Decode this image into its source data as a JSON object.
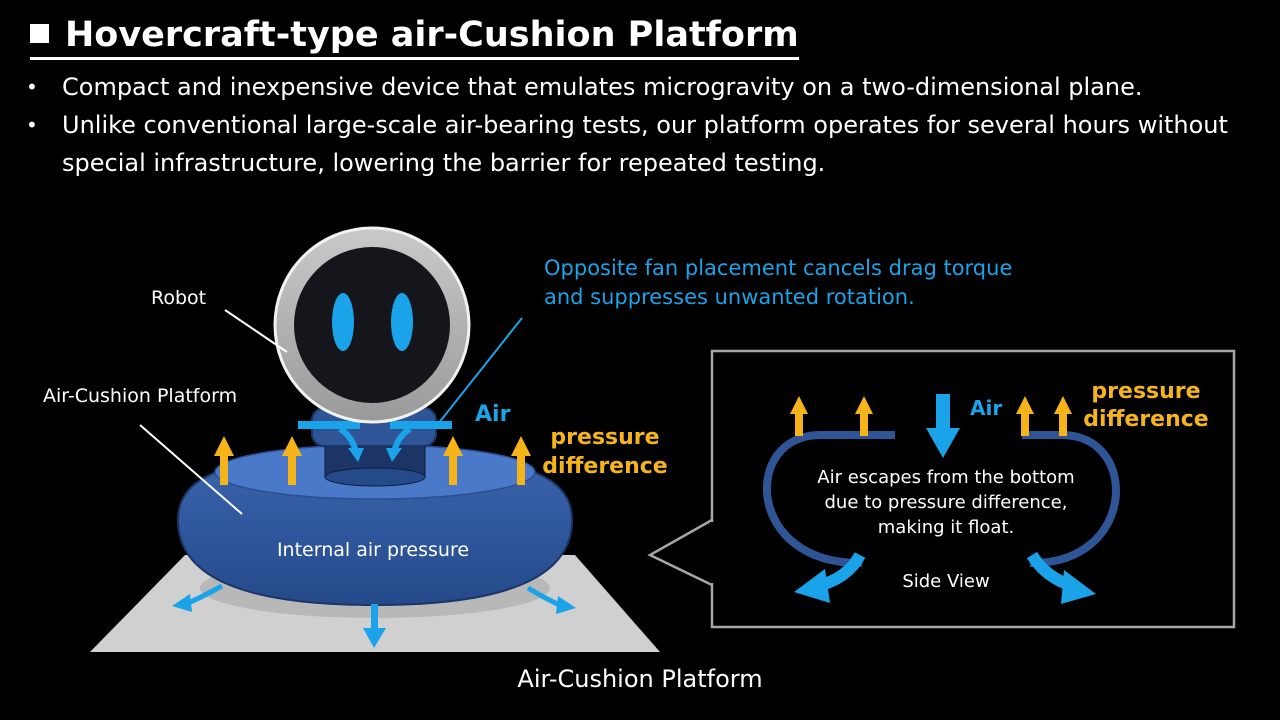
{
  "title": "Hovercraft-type air-Cushion Platform",
  "bullets": [
    "Compact and inexpensive device that emulates microgravity on a two-dimensional plane.",
    "Unlike conventional large-scale air-bearing tests, our platform operates for several hours without special infrastructure, lowering the barrier for repeated testing."
  ],
  "diagram": {
    "robot_label": "Robot",
    "platform_label": "Air-Cushion Platform",
    "internal_label": "Internal air pressure",
    "air_label": "Air",
    "pressure_label_line1": "pressure",
    "pressure_label_line2": "difference",
    "fan_note_line1": "Opposite fan placement cancels drag torque",
    "fan_note_line2": "and suppresses unwanted rotation.",
    "caption": "Air-Cushion Platform"
  },
  "side_view": {
    "air_label": "Air",
    "pressure_label_line1": "pressure",
    "pressure_label_line2": "difference",
    "explanation_line1": "Air escapes from the bottom",
    "explanation_line2": "due to pressure difference,",
    "explanation_line3": "making it float.",
    "view_label": "Side View"
  },
  "colors": {
    "accent_blue": "#1aa3e8",
    "orange": "#f5b41a",
    "platform_blue": "#2f5597",
    "floor_gray": "#d0d0d0"
  }
}
